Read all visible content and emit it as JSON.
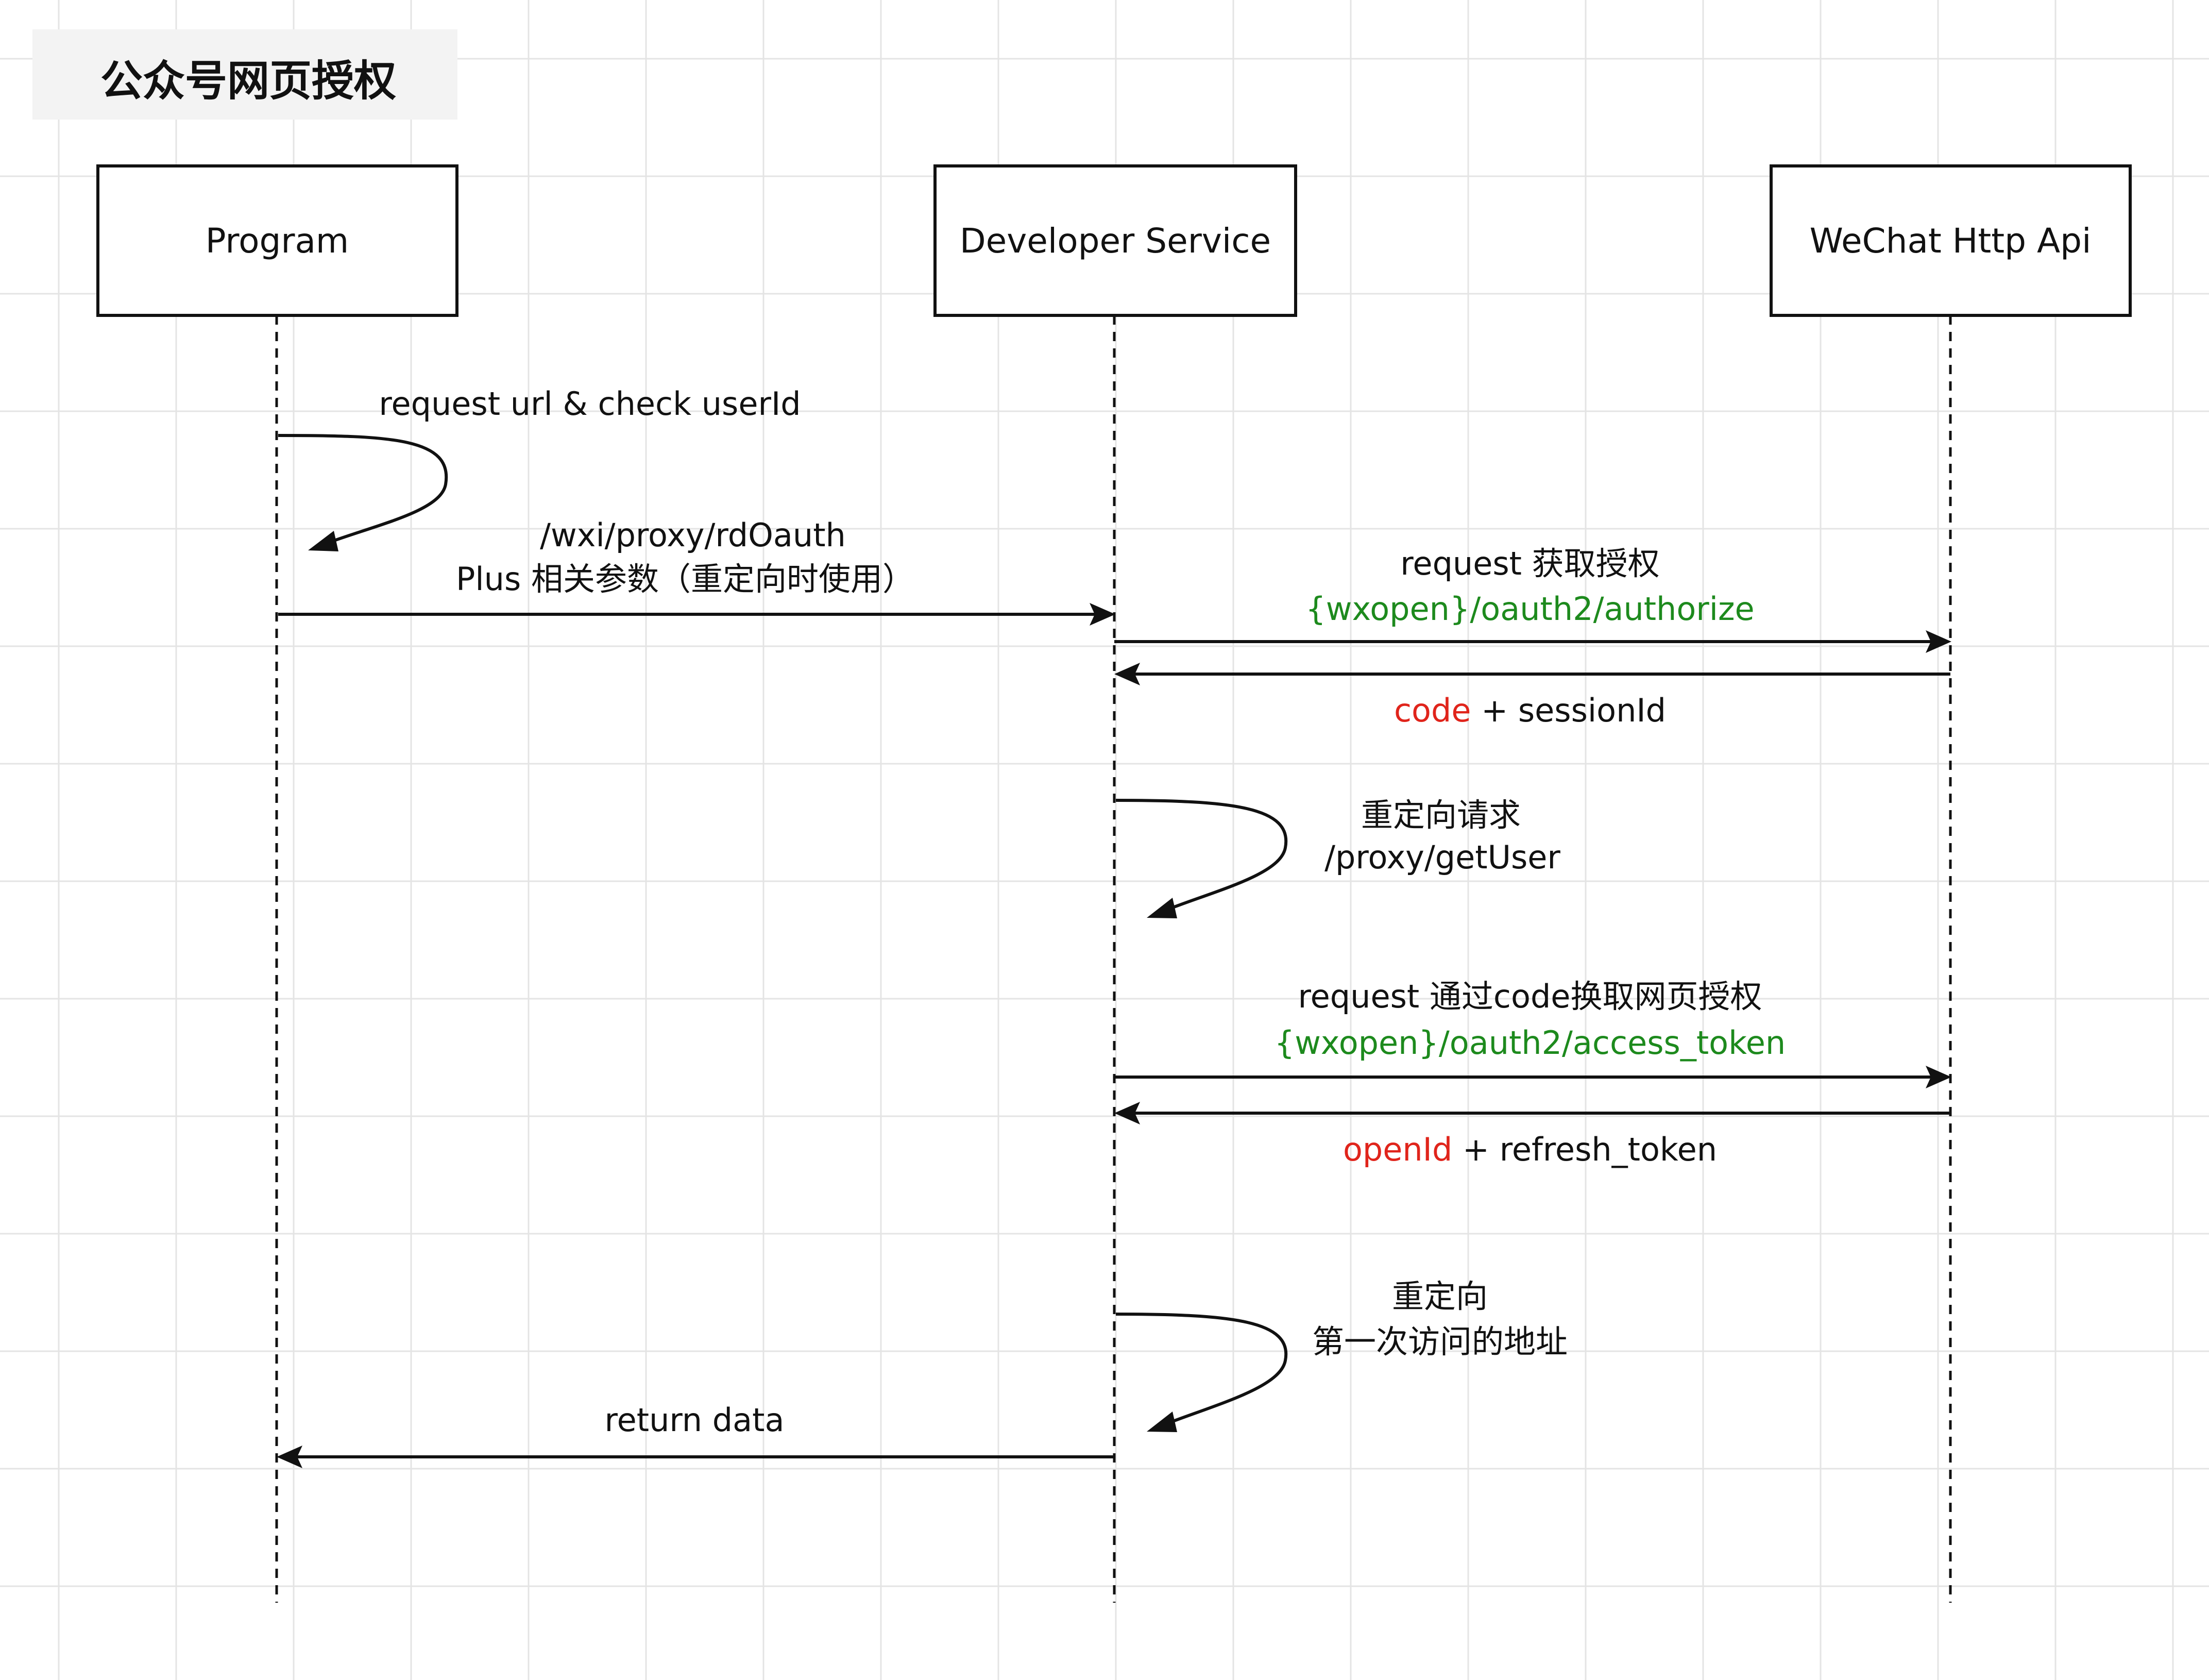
{
  "title": "公众号网页授权",
  "participants": [
    {
      "id": "program",
      "label": "Program"
    },
    {
      "id": "developer",
      "label": "Developer Service"
    },
    {
      "id": "wechat",
      "label": "WeChat Http Api"
    }
  ],
  "messages": {
    "self_check": {
      "label": "request url & check  userId"
    },
    "to_developer": {
      "line1": "/wxi/proxy/rdOauth",
      "line2": "Plus 相关参数（重定向时使用）"
    },
    "authorize_request": {
      "line1": "request 获取授权",
      "line2": "{wxopen}/oauth2/authorize"
    },
    "authorize_response": {
      "highlight": "code",
      "rest": " + sessionId"
    },
    "redirect_getuser": {
      "line1": "重定向请求",
      "line2": "/proxy/getUser"
    },
    "token_request": {
      "line1": "request 通过code换取网页授权",
      "line2": "{wxopen}/oauth2/access_token"
    },
    "token_response": {
      "highlight": "openId",
      "rest": " + refresh_token"
    },
    "redirect_first": {
      "line1": "重定向",
      "line2": "第一次访问的地址"
    },
    "return_data": {
      "label": "return data"
    }
  },
  "colors": {
    "grid": "#e4e4e4",
    "line": "#111111",
    "green": "#1d8a1d",
    "red": "#e0241b",
    "title_bg": "#f3f3f3"
  }
}
